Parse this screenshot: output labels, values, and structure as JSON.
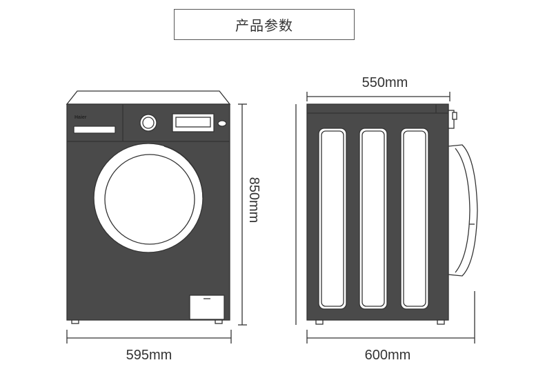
{
  "title": "产品参数",
  "brand_logo": "Haier",
  "dimensions": {
    "front_width": "595mm",
    "height": "850mm",
    "side_depth_body": "550mm",
    "side_depth_total": "600mm"
  },
  "colors": {
    "body": "#4a4a4a",
    "line": "#333333",
    "background": "#ffffff"
  }
}
